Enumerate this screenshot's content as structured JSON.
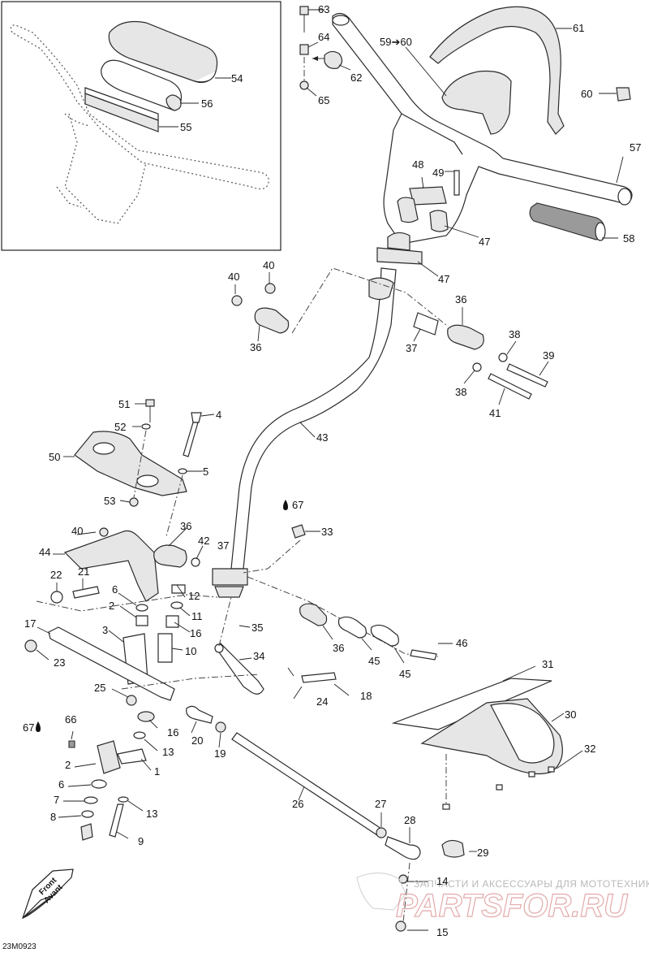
{
  "figure_code": "23M0923",
  "front_label": [
    "Front",
    "Avant"
  ],
  "lubricant_callout": "67",
  "watermark": {
    "text": "ЗАПЧАСТИ И АКСЕССУАРЫ ДЛЯ МОТОТЕХНИКИ",
    "logo": "PARTSFOR.RU"
  },
  "callouts": [
    {
      "id": "63",
      "label": "63"
    },
    {
      "id": "64",
      "label": "64"
    },
    {
      "id": "62",
      "label": "62"
    },
    {
      "id": "65",
      "label": "65"
    },
    {
      "id": "59-60",
      "label": "59➔60"
    },
    {
      "id": "61",
      "label": "61"
    },
    {
      "id": "60",
      "label": "60"
    },
    {
      "id": "57",
      "label": "57"
    },
    {
      "id": "54",
      "label": "54"
    },
    {
      "id": "56",
      "label": "56"
    },
    {
      "id": "55",
      "label": "55"
    },
    {
      "id": "48",
      "label": "48"
    },
    {
      "id": "49",
      "label": "49"
    },
    {
      "id": "47a",
      "label": "47"
    },
    {
      "id": "58",
      "label": "58"
    },
    {
      "id": "47b",
      "label": "47"
    },
    {
      "id": "40a",
      "label": "40"
    },
    {
      "id": "40b",
      "label": "40"
    },
    {
      "id": "36a",
      "label": "36"
    },
    {
      "id": "36b",
      "label": "36"
    },
    {
      "id": "37a",
      "label": "37"
    },
    {
      "id": "38a",
      "label": "38"
    },
    {
      "id": "39",
      "label": "39"
    },
    {
      "id": "38b",
      "label": "38"
    },
    {
      "id": "41",
      "label": "41"
    },
    {
      "id": "43",
      "label": "43"
    },
    {
      "id": "51",
      "label": "51"
    },
    {
      "id": "4",
      "label": "4"
    },
    {
      "id": "52",
      "label": "52"
    },
    {
      "id": "50",
      "label": "50"
    },
    {
      "id": "5",
      "label": "5"
    },
    {
      "id": "53",
      "label": "53"
    },
    {
      "id": "67a",
      "label": "67"
    },
    {
      "id": "40c",
      "label": "40"
    },
    {
      "id": "36c",
      "label": "36"
    },
    {
      "id": "33",
      "label": "33"
    },
    {
      "id": "44",
      "label": "44"
    },
    {
      "id": "42",
      "label": "42"
    },
    {
      "id": "37b",
      "label": "37"
    },
    {
      "id": "22",
      "label": "22"
    },
    {
      "id": "21",
      "label": "21"
    },
    {
      "id": "6a",
      "label": "6"
    },
    {
      "id": "12",
      "label": "12"
    },
    {
      "id": "2a",
      "label": "2"
    },
    {
      "id": "11",
      "label": "11"
    },
    {
      "id": "17",
      "label": "17"
    },
    {
      "id": "3",
      "label": "3"
    },
    {
      "id": "16a",
      "label": "16"
    },
    {
      "id": "35",
      "label": "35"
    },
    {
      "id": "10",
      "label": "10"
    },
    {
      "id": "23",
      "label": "23"
    },
    {
      "id": "34",
      "label": "34"
    },
    {
      "id": "36d",
      "label": "36"
    },
    {
      "id": "45a",
      "label": "45"
    },
    {
      "id": "45b",
      "label": "45"
    },
    {
      "id": "46",
      "label": "46"
    },
    {
      "id": "31",
      "label": "31"
    },
    {
      "id": "25",
      "label": "25"
    },
    {
      "id": "24",
      "label": "24"
    },
    {
      "id": "18",
      "label": "18"
    },
    {
      "id": "30",
      "label": "30"
    },
    {
      "id": "67b",
      "label": "67"
    },
    {
      "id": "66",
      "label": "66"
    },
    {
      "id": "16b",
      "label": "16"
    },
    {
      "id": "20",
      "label": "20"
    },
    {
      "id": "19",
      "label": "19"
    },
    {
      "id": "13a",
      "label": "13"
    },
    {
      "id": "32",
      "label": "32"
    },
    {
      "id": "1",
      "label": "1"
    },
    {
      "id": "2b",
      "label": "2"
    },
    {
      "id": "6b",
      "label": "6"
    },
    {
      "id": "7",
      "label": "7"
    },
    {
      "id": "13b",
      "label": "13"
    },
    {
      "id": "26",
      "label": "26"
    },
    {
      "id": "8",
      "label": "8"
    },
    {
      "id": "9",
      "label": "9"
    },
    {
      "id": "27",
      "label": "27"
    },
    {
      "id": "28",
      "label": "28"
    },
    {
      "id": "29",
      "label": "29"
    },
    {
      "id": "14",
      "label": "14"
    },
    {
      "id": "15",
      "label": "15"
    }
  ]
}
